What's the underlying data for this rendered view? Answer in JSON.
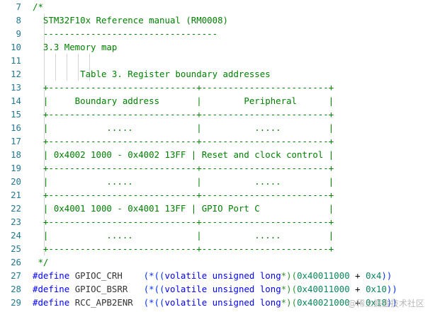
{
  "line_numbers": [
    "7",
    "8",
    "9",
    "10",
    "11",
    "12",
    "13",
    "14",
    "15",
    "16",
    "17",
    "18",
    "19",
    "20",
    "21",
    "22",
    "23",
    "24",
    "25",
    "26",
    "27",
    "28",
    "29"
  ],
  "comment_lines": [
    "/*",
    "  STM32F10x Reference manual (RM0008)",
    "  ---------------------------------",
    "  3.3 Memory map",
    "",
    "         Table 3. Register boundary addresses",
    "  +----------------------------+------------------------+",
    "  |     Boundary address       |        Peripheral      |",
    "  +----------------------------+------------------------+",
    "  |           .....            |          .....         |",
    "  +----------------------------+------------------------+",
    "  | 0x4002 1000 - 0x4002 13FF | Reset and clock control |",
    "  +----------------------------+------------------------+",
    "  |           .....            |          .....         |",
    "  +----------------------------+------------------------+",
    "  | 0x4001 1000 - 0x4001 13FF | GPIO Port C             |",
    "  +----------------------------+------------------------+",
    "  |           .....            |          .....         |",
    "  +----------------------------+------------------------+",
    " */"
  ],
  "define_lines": [
    {
      "directive": "#define",
      "name": "GPIOC_CRH",
      "pad": "    ",
      "expr_open": "(*((",
      "kw1": "volatile",
      "kw2": "unsigned",
      "kw3": "long",
      "star_close": "*)",
      "addr_open": "(",
      "addr": "0x40011000",
      "plus": " + ",
      "offset": "0x4",
      "expr_close": "))"
    },
    {
      "directive": "#define",
      "name": "GPIOC_BSRR",
      "pad": "   ",
      "expr_open": "(*((",
      "kw1": "volatile",
      "kw2": "unsigned",
      "kw3": "long",
      "star_close": "*)",
      "addr_open": "(",
      "addr": "0x40011000",
      "plus": " + ",
      "offset": "0x10",
      "expr_close": "))"
    },
    {
      "directive": "#define",
      "name": "RCC_APB2ENR",
      "pad": "  ",
      "expr_open": "(*((",
      "kw1": "volatile",
      "kw2": "unsigned",
      "kw3": "long",
      "star_close": "*)",
      "addr_open": "(",
      "addr": "0x40021000",
      "plus": " + ",
      "offset": "0x18",
      "expr_close": "))"
    }
  ],
  "watermark": "@稀土掘金技术社区",
  "colors": {
    "line_number": "#237893",
    "comment": "#008000",
    "keyword": "#0000ff",
    "number": "#098658"
  }
}
